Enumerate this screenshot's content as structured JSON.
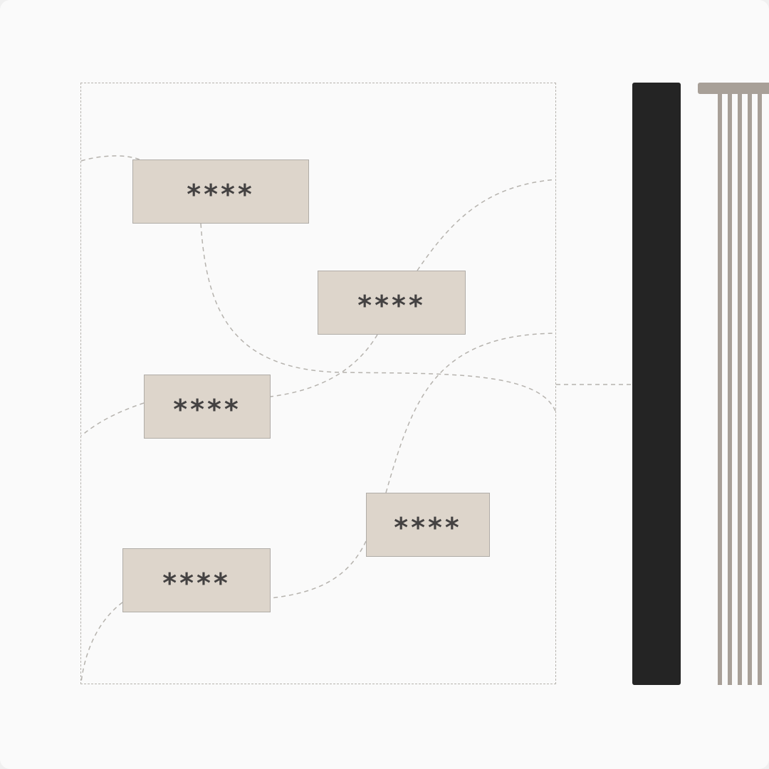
{
  "diagram": {
    "nodes": [
      {
        "id": "node-1",
        "label": "****"
      },
      {
        "id": "node-2",
        "label": "****"
      },
      {
        "id": "node-3",
        "label": "****"
      },
      {
        "id": "node-4",
        "label": "****"
      },
      {
        "id": "node-5",
        "label": "****"
      }
    ]
  },
  "colors": {
    "background": "#fafafa",
    "node_fill": "#ddd5cb",
    "node_border": "#b0aca7",
    "node_text": "#444242",
    "connector": "#b6b3ae",
    "black_bar": "#242424",
    "comb": "#a8a098"
  }
}
